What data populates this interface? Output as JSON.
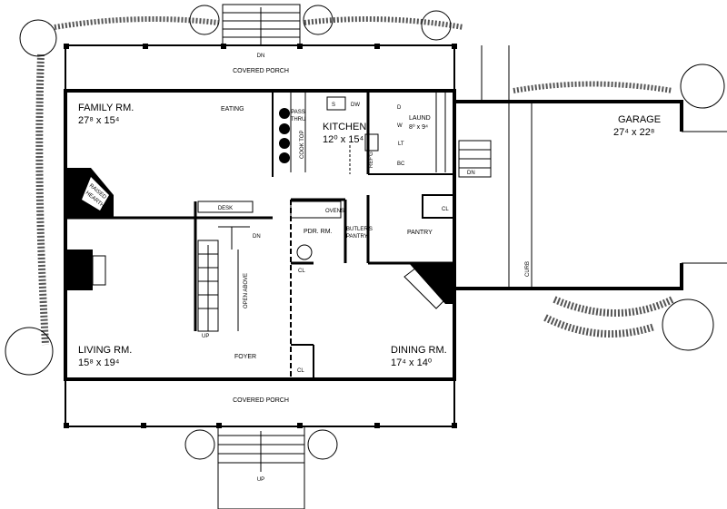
{
  "rooms": {
    "family": {
      "name": "FAMILY RM.",
      "size": "27⁸ x 15⁴"
    },
    "eating": {
      "name": "EATING"
    },
    "kitchen": {
      "name": "KITCHEN",
      "size": "12⁰ x 15⁴"
    },
    "laundry": {
      "name": "LAUND",
      "size": "8⁰ x 9⁴"
    },
    "garage": {
      "name": "GARAGE",
      "size": "27⁴ x 22⁸"
    },
    "living": {
      "name": "LIVING RM.",
      "size": "15⁸ x 19⁴"
    },
    "dining": {
      "name": "DINING RM.",
      "size": "17⁴ x 14⁰"
    },
    "foyer": {
      "name": "FOYER"
    },
    "powder": {
      "name": "PDR. RM."
    },
    "pantry": {
      "name": "PANTRY"
    },
    "butlers_pantry": {
      "line1": "BUTLER'S",
      "line2": "PANTRY"
    }
  },
  "labels": {
    "covered_porch_top": "COVERED PORCH",
    "covered_porch_bottom": "COVERED PORCH",
    "dn_top": "DN",
    "up_bottom": "UP",
    "pass_thru_1": "PASS",
    "pass_thru_2": "THRU",
    "cook_top": "COOK TOP",
    "refg": "REF'G",
    "sink": "S",
    "dw": "DW",
    "washer": "W",
    "dryer": "D",
    "lt": "LT",
    "bc": "BC",
    "raised_hearth_1": "RAISED",
    "raised_hearth_2": "HEARTH",
    "desk": "DESK",
    "dn_stair": "DN",
    "up_stair": "UP",
    "open_above": "OPEN ABOVE",
    "ovens": "OVENS",
    "cl_powder": "CL",
    "cl_foyer": "CL",
    "cl_pantry": "CL",
    "dn_garage": "DN",
    "curb": "CURB"
  }
}
